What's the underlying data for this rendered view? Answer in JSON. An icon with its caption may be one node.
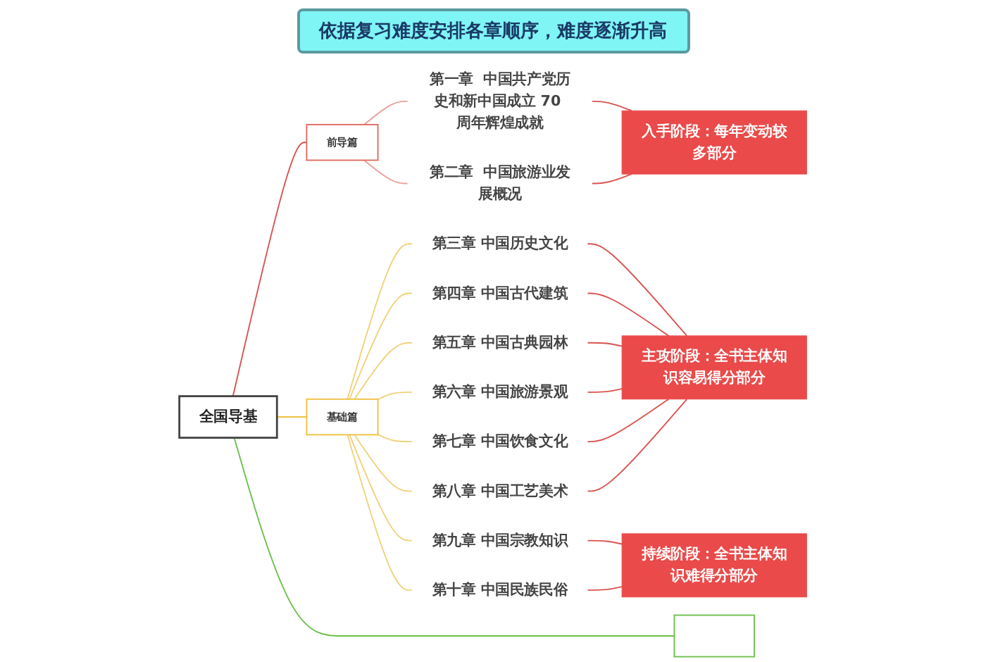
{
  "diagram": {
    "title": "依据复习难度安排各章顺序，难度逐渐升高",
    "nodes": [
      {
        "text": [
          "全国导基"
        ]
      },
      {
        "text": [
          "前导篇"
        ]
      },
      {
        "text": [
          "第一章  中国共产党历史和新中国成立 70 周年辉煌成就"
        ]
      },
      {
        "text": [
          "第二章  中国旅游业发展概况"
        ]
      },
      {
        "text": [
          "基础篇"
        ]
      },
      {
        "text": [
          "第三章  中国历史文化"
        ]
      },
      {
        "text": [
          "第四章  中国古代建筑"
        ]
      },
      {
        "text": [
          "第五章  中国古典园林"
        ]
      },
      {
        "text": [
          "第六章  中国旅游景观"
        ]
      },
      {
        "text": [
          "第七章  中国饮食文化"
        ]
      },
      {
        "text": [
          "第八章  中国工艺美术"
        ]
      },
      {
        "text": [
          "第九章  中国宗教知识"
        ]
      },
      {
        "text": [
          "第十章  中国民族民俗"
        ]
      },
      {
        "text": [],
        "shape": "box"
      },
      {
        "text": [
          "入手阶段：每年变动较多部分"
        ]
      },
      {
        "text": [
          "主攻阶段：全书主体知识容易得分部分"
        ]
      },
      {
        "text": [
          "持续阶段：全书主体知识难得分部分"
        ]
      }
    ],
    "edges": [
      {
        "from": 0,
        "to": 1,
        "arrow": "none"
      },
      {
        "from": 0,
        "to": 4,
        "arrow": "none",
        "color": "#f0c040"
      },
      {
        "from": 0,
        "to": 13,
        "arrow": "none",
        "color": "#6cbf4a"
      },
      {
        "from": 1,
        "to": 2,
        "arrow": "none",
        "color": "#e8a09a"
      },
      {
        "from": 1,
        "to": 3,
        "arrow": "none",
        "color": "#e8a09a"
      },
      {
        "from": 4,
        "to": 5,
        "arrow": "none",
        "color": "#f0d27a"
      },
      {
        "from": 4,
        "to": 6,
        "arrow": "none",
        "color": "#f0d27a"
      },
      {
        "from": 4,
        "to": 7,
        "arrow": "none",
        "color": "#f0d27a"
      },
      {
        "from": 4,
        "to": 8,
        "arrow": "none",
        "color": "#f0d27a"
      },
      {
        "from": 4,
        "to": 9,
        "arrow": "none",
        "color": "#f0d27a"
      },
      {
        "from": 4,
        "to": 10,
        "arrow": "none",
        "color": "#f0d27a"
      },
      {
        "from": 4,
        "to": 11,
        "arrow": "none",
        "color": "#f0d27a"
      },
      {
        "from": 4,
        "to": 12,
        "arrow": "none",
        "color": "#f0d27a"
      },
      {
        "from": 2,
        "to": 14,
        "arrow": "none"
      },
      {
        "from": 3,
        "to": 14,
        "arrow": "none"
      },
      {
        "from": 5,
        "to": 15,
        "arrow": "none"
      },
      {
        "from": 6,
        "to": 15,
        "arrow": "none"
      },
      {
        "from": 7,
        "to": 15,
        "arrow": "none"
      },
      {
        "from": 8,
        "to": 15,
        "arrow": "none"
      },
      {
        "from": 9,
        "to": 15,
        "arrow": "none"
      },
      {
        "from": 10,
        "to": 15,
        "arrow": "none"
      },
      {
        "from": 11,
        "to": 16,
        "arrow": "none"
      },
      {
        "from": 12,
        "to": 16,
        "arrow": "none"
      }
    ]
  }
}
